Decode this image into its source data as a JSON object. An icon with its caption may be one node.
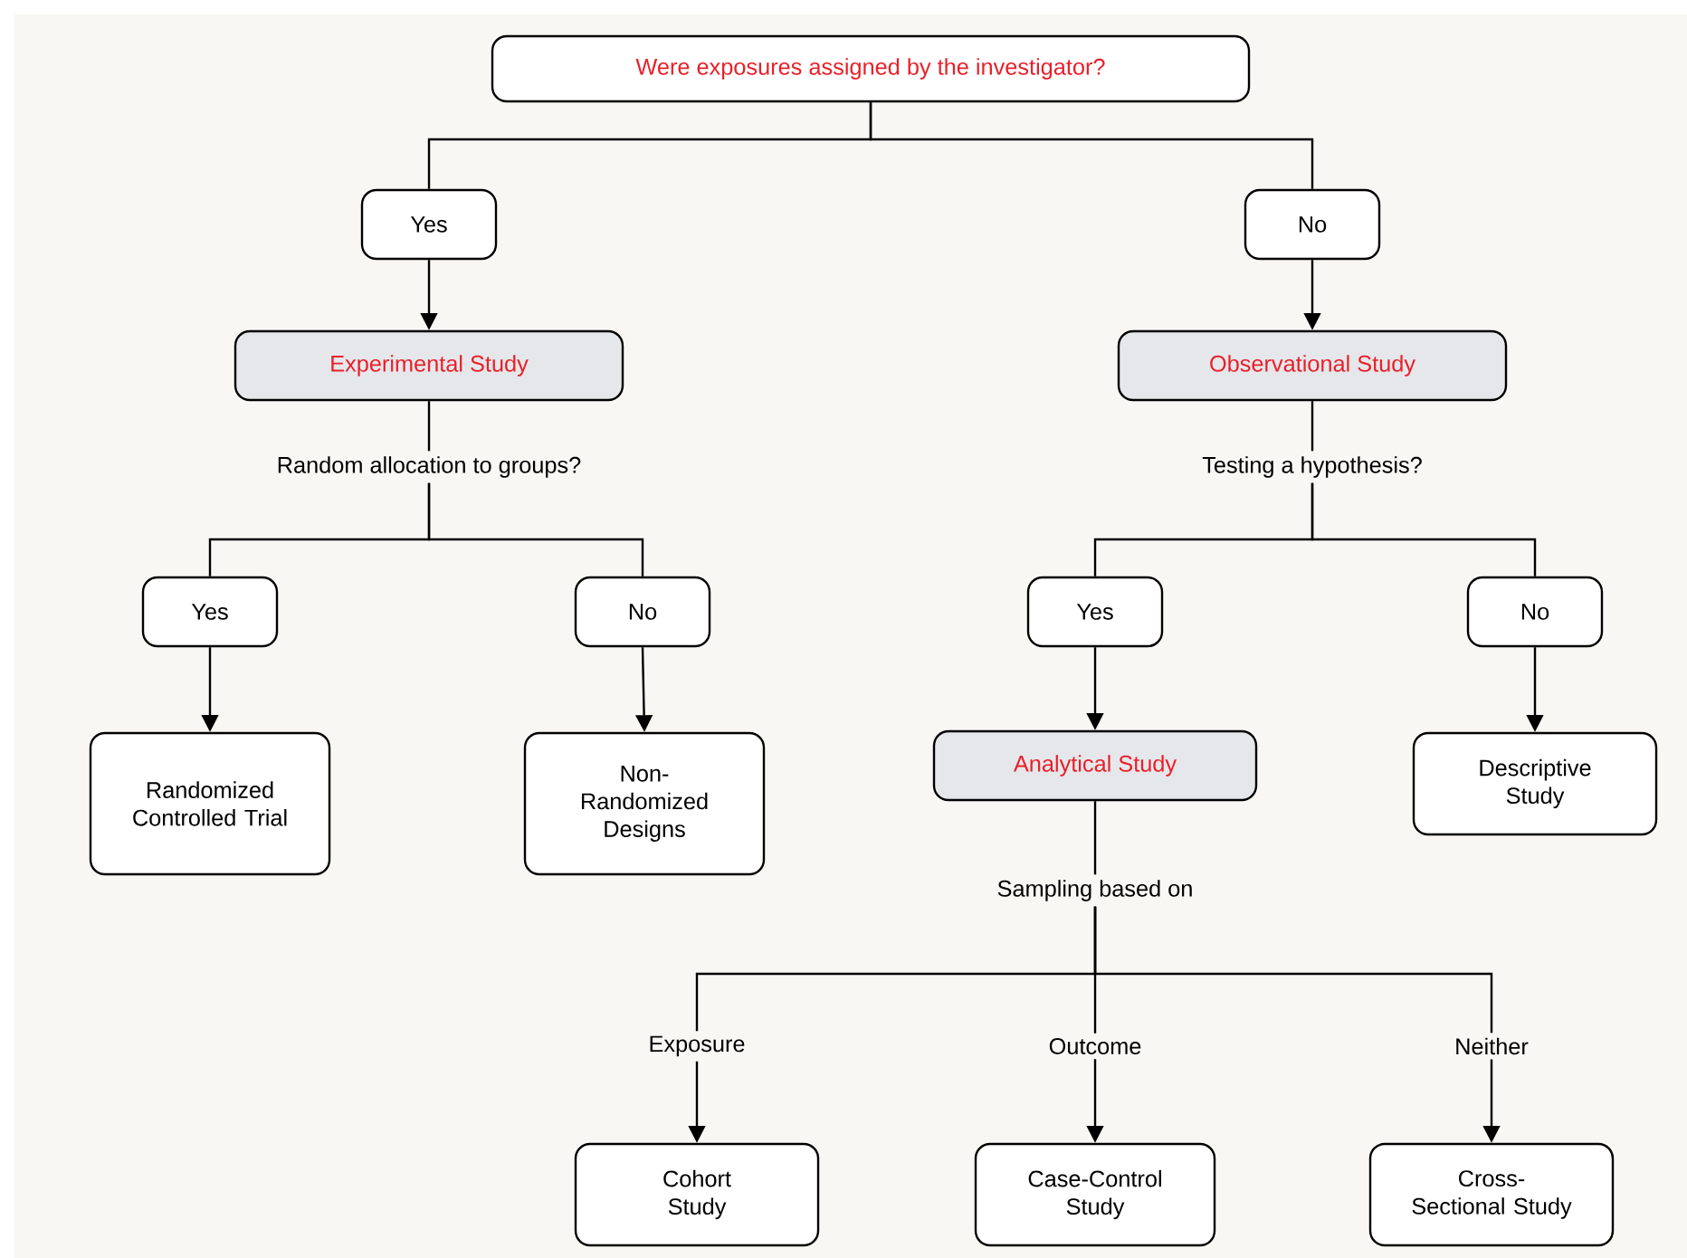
{
  "diagram": {
    "nodes": [
      {
        "text": [
          "Were exposures assigned by the investigator?"
        ]
      },
      {
        "text": [
          "Yes"
        ]
      },
      {
        "text": [
          "No"
        ]
      },
      {
        "text": [
          "Experimental Study"
        ]
      },
      {
        "text": [
          "Observational Study"
        ]
      },
      {
        "text": [
          "Random allocation to groups?"
        ]
      },
      {
        "text": [
          "Yes"
        ]
      },
      {
        "text": [
          "No"
        ]
      },
      {
        "text": [
          "Randomized Controlled Trial"
        ]
      },
      {
        "text": [
          "Non-Randomized Designs"
        ]
      },
      {
        "text": [
          "Testing a hypothesis?"
        ]
      },
      {
        "text": [
          "Yes"
        ]
      },
      {
        "text": [
          "No"
        ]
      },
      {
        "text": [
          "Analytical Study"
        ]
      },
      {
        "text": [
          "Descriptive Study"
        ]
      },
      {
        "text": [
          "Sampling based on"
        ]
      },
      {
        "text": [
          "Cohort Study"
        ]
      },
      {
        "text": [
          "Case-Control Study"
        ]
      },
      {
        "text": [
          "Cross-Sectional Study"
        ]
      }
    ],
    "edges": [
      {
        "from": 0,
        "to": 1,
        "arrow": "none"
      },
      {
        "from": 0,
        "to": 2,
        "arrow": "none"
      },
      {
        "from": 1,
        "to": 3,
        "arrow": "to"
      },
      {
        "from": 2,
        "to": 4,
        "arrow": "to"
      },
      {
        "from": 3,
        "to": 5,
        "arrow": "none"
      },
      {
        "from": 4,
        "to": 10,
        "arrow": "none"
      },
      {
        "from": 5,
        "to": 6,
        "arrow": "none"
      },
      {
        "from": 5,
        "to": 7,
        "arrow": "none"
      },
      {
        "from": 6,
        "to": 8,
        "arrow": "to"
      },
      {
        "from": 7,
        "to": 9,
        "arrow": "to"
      },
      {
        "from": 10,
        "to": 11,
        "arrow": "none"
      },
      {
        "from": 10,
        "to": 12,
        "arrow": "none"
      },
      {
        "from": 11,
        "to": 13,
        "arrow": "to"
      },
      {
        "from": 12,
        "to": 14,
        "arrow": "to"
      },
      {
        "from": 13,
        "to": 15,
        "arrow": "none"
      },
      {
        "from": 15,
        "to": 16,
        "arrow": "to",
        "label": "Exposure"
      },
      {
        "from": 15,
        "to": 17,
        "arrow": "to",
        "label": "Outcome"
      },
      {
        "from": 15,
        "to": 18,
        "arrow": "to",
        "label": "Neither"
      }
    ]
  }
}
